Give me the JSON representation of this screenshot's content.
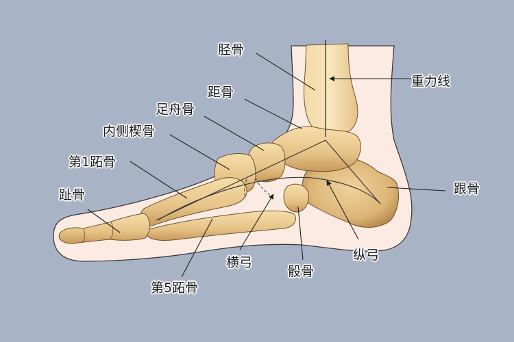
{
  "diagram": {
    "background_color": "#a8b4c6",
    "skin_color": "#fcebe3",
    "bone_color": "#e9c98f",
    "bone_highlight": "#f8e1b0",
    "bone_shadow": "#b88a4c",
    "line_color": "#1e1e1e"
  },
  "labels": {
    "tibia": "胫骨",
    "gravity_line": "重力线",
    "talus": "距骨",
    "navicular": "足舟骨",
    "medial_cuneiform": "内侧楔骨",
    "first_metatarsal": "第1跖骨",
    "phalanges": "趾骨",
    "calcaneus": "跟骨",
    "fifth_metatarsal": "第5跖骨",
    "transverse_arch": "横弓",
    "cuboid": "骰骨",
    "longitudinal_arch": "纵弓"
  }
}
